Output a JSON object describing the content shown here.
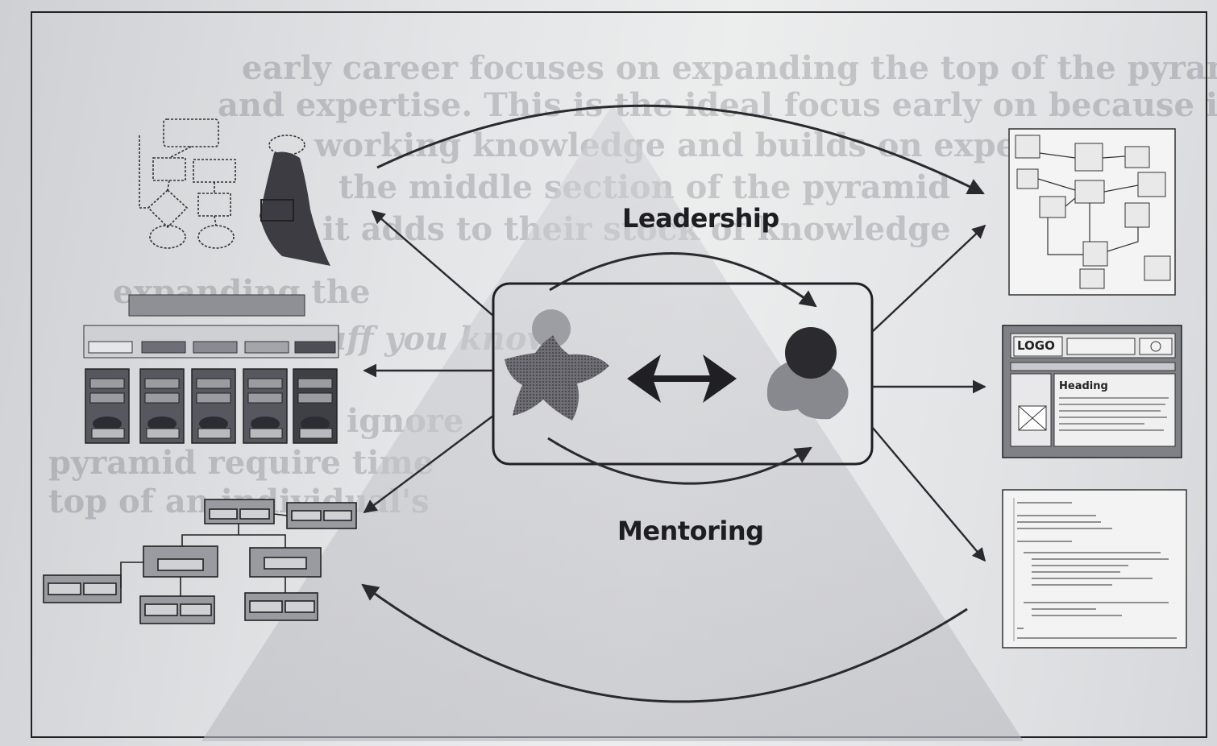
{
  "diagram": {
    "labels": {
      "leadership": "Leadership",
      "mentoring": "Mentoring"
    },
    "wireframe": {
      "logo": "LOGO",
      "heading": "Heading"
    },
    "background_text": [
      "early career focuses on expanding the top of the pyramid, to build",
      "and expertise. This is the ideal focus early on because it's direct",
      "working knowledge and builds on experience",
      "the middle section of the pyramid",
      "it adds to their stock of knowledge",
      "expanding the",
      "stuff you know",
      "ignore",
      "pyramid require time",
      "top of an individual's"
    ]
  }
}
